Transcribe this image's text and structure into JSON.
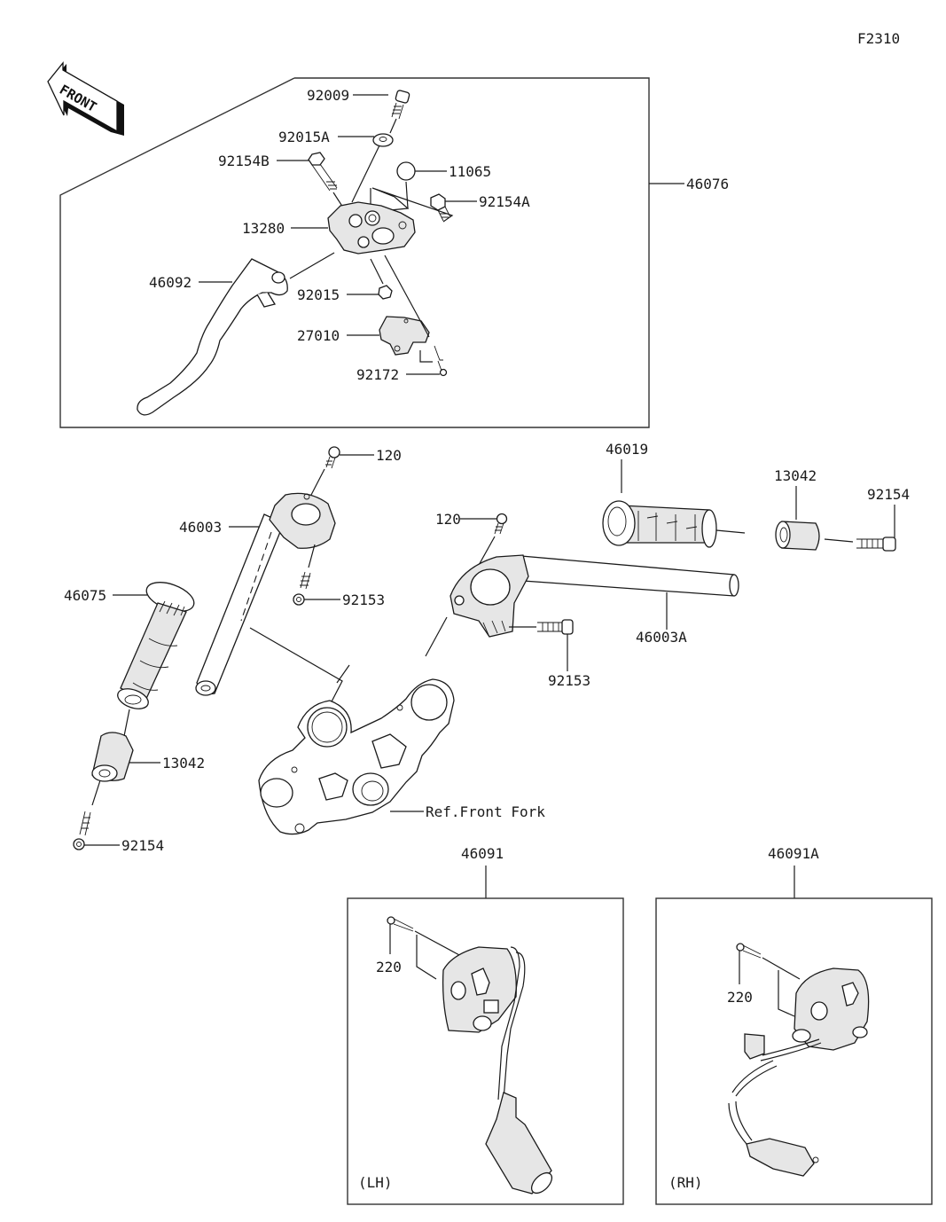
{
  "diagram_code": "F2310",
  "front_indicator": "FRONT",
  "groups": {
    "clutch_lever_assembly": {
      "assembly_label": "46076",
      "parts": {
        "p92009": "92009",
        "p92015A": "92015A",
        "p92154B": "92154B",
        "p11065": "11065",
        "p92154A": "92154A",
        "p13280": "13280",
        "p46092": "46092",
        "p92015": "92015",
        "p27010": "27010",
        "p92172": "92172"
      }
    },
    "handlebars": {
      "left_bolt_top": "120",
      "left_handlebar": "46003",
      "left_bolt_clamp": "92153",
      "left_grip": "46075",
      "left_weight": "13042",
      "left_weight_bolt": "92154",
      "right_bolt_top": "120",
      "right_grip": "46019",
      "right_weight": "13042",
      "right_weight_bolt": "92154",
      "right_handlebar": "46003A",
      "right_bolt_clamp": "92153",
      "ref_front_fork": "Ref.Front Fork"
    },
    "switch_lh": {
      "assembly_label": "46091",
      "screw": "220",
      "side": "(LH)"
    },
    "switch_rh": {
      "assembly_label": "46091A",
      "screw": "220",
      "side": "(RH)"
    }
  }
}
